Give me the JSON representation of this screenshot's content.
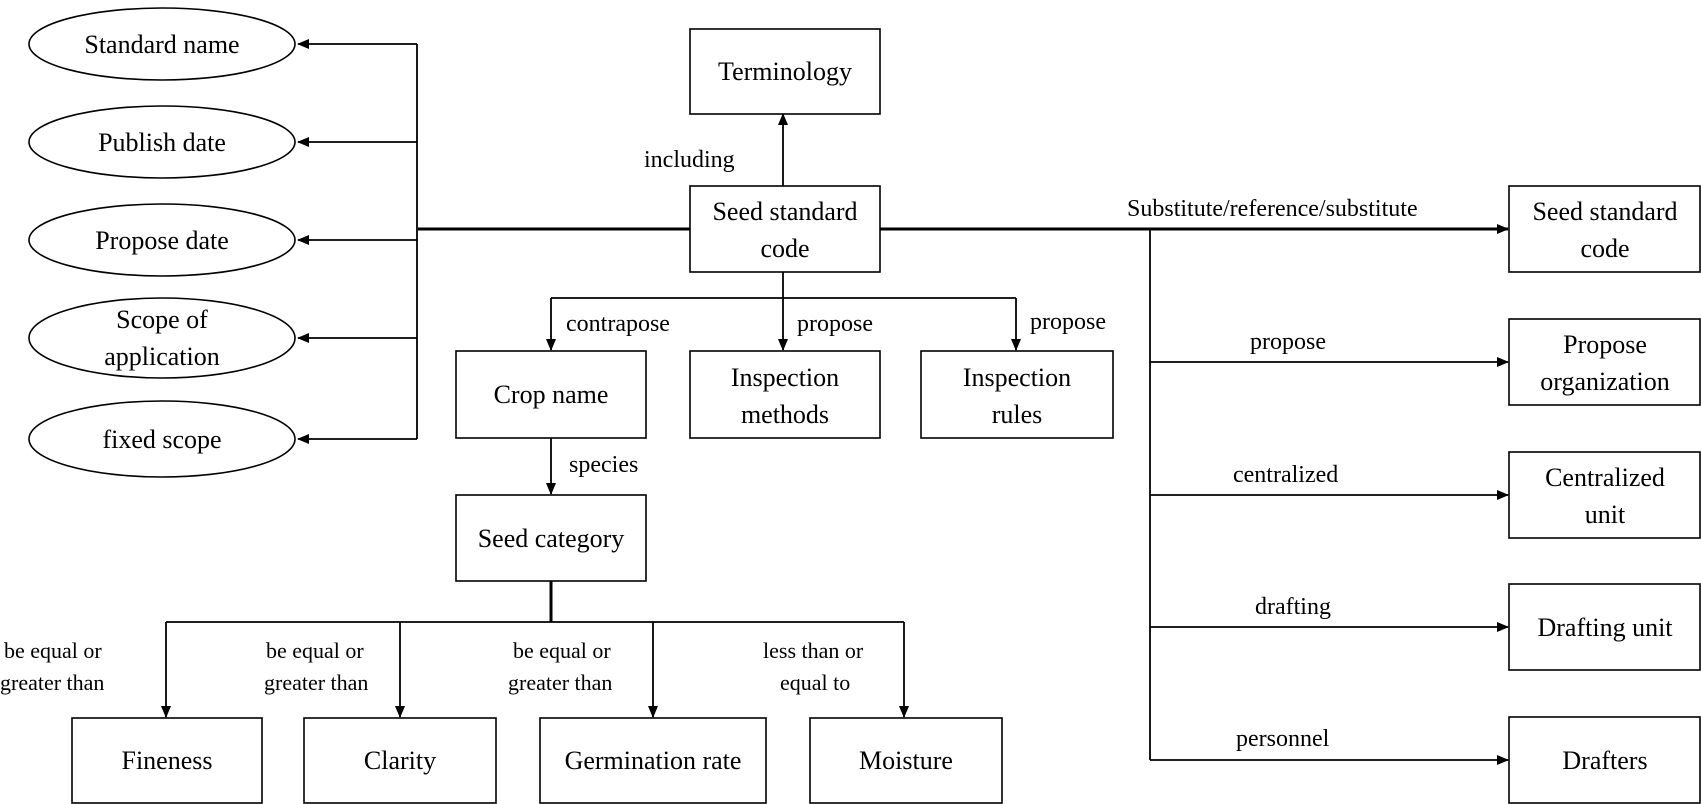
{
  "nodes": {
    "standard_name": "Standard name",
    "publish_date": "Publish date",
    "propose_date": "Propose date",
    "scope_of_application": [
      "Scope of",
      "application"
    ],
    "fixed_scope": "fixed scope",
    "terminology": "Terminology",
    "seed_standard_code": [
      "Seed standard",
      "code"
    ],
    "seed_standard_code_ref": [
      "Seed standard",
      "code"
    ],
    "propose_organization": [
      "Propose",
      "organization"
    ],
    "centralized_unit": [
      "Centralized",
      "unit"
    ],
    "drafting_unit": "Drafting unit",
    "drafters": "Drafters",
    "crop_name": "Crop name",
    "inspection_methods": [
      "Inspection",
      "methods"
    ],
    "inspection_rules": [
      "Inspection",
      "rules"
    ],
    "seed_category": "Seed category",
    "fineness": "Fineness",
    "clarity": "Clarity",
    "germination_rate": "Germination rate",
    "moisture": "Moisture"
  },
  "edges": {
    "including": "including",
    "substitute": "Substitute/reference/substitute",
    "propose_org": "propose",
    "centralized": "centralized",
    "drafting": "drafting",
    "personnel": "personnel",
    "contrapose": "contrapose",
    "propose_methods": "propose",
    "propose_rules": "propose",
    "species": "species",
    "fineness_rel": [
      "be equal or",
      "greater than"
    ],
    "clarity_rel": [
      "be equal or",
      "greater than"
    ],
    "germination_rel": [
      "be equal or",
      "greater than"
    ],
    "moisture_rel": [
      "less than or",
      "equal to"
    ]
  }
}
